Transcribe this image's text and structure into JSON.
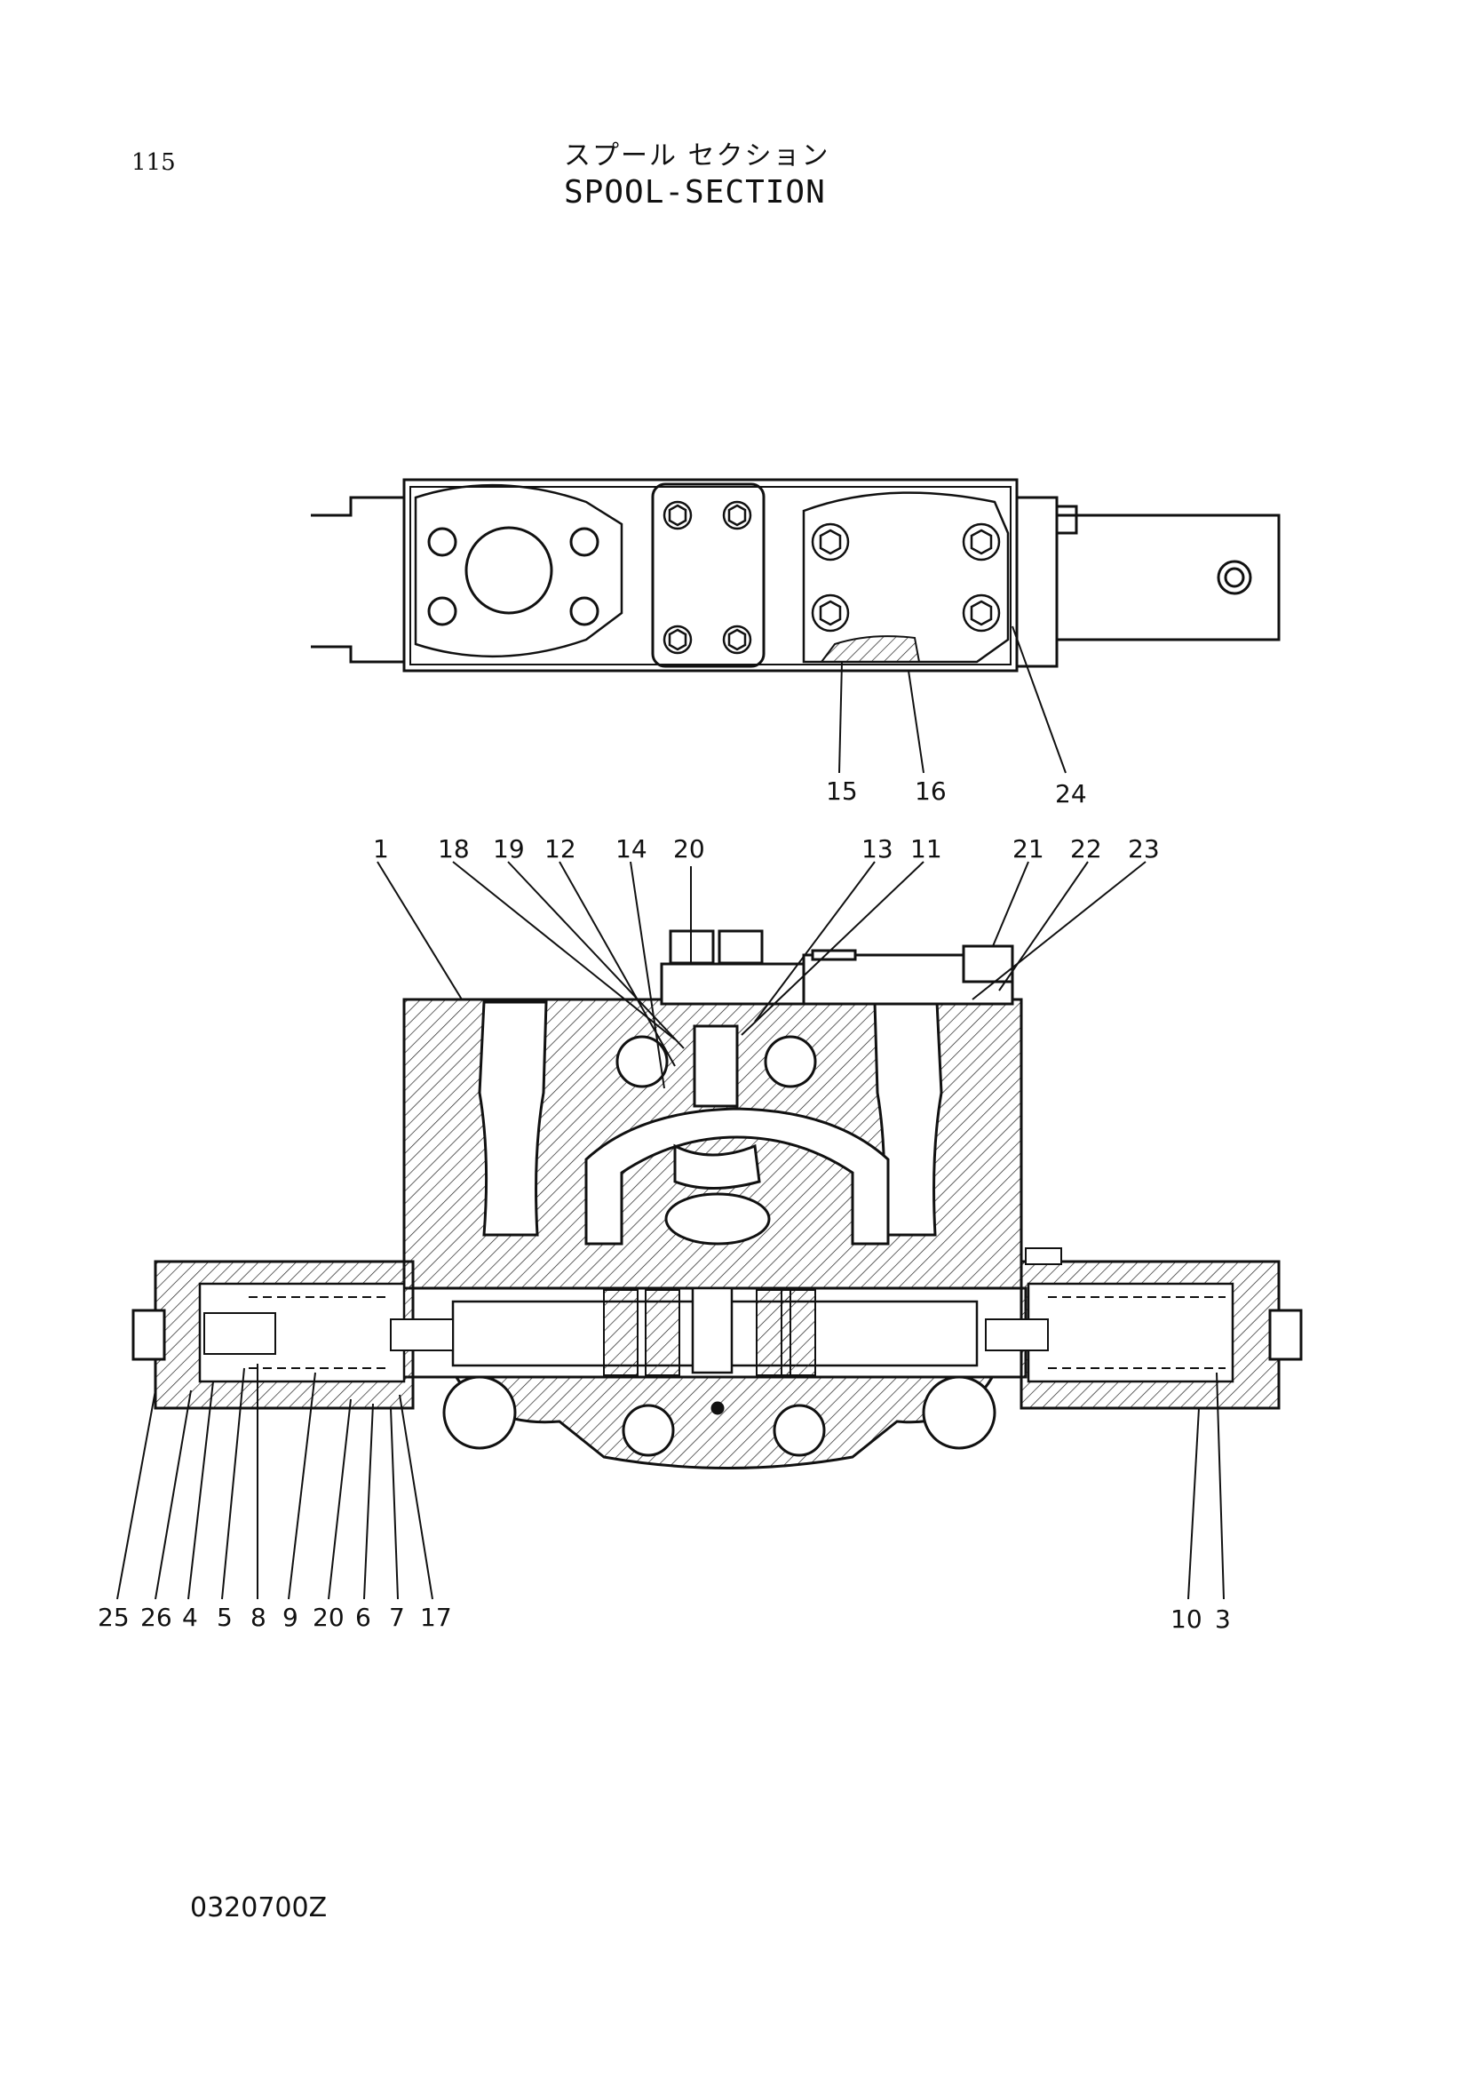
{
  "page": {
    "number": "115",
    "title_jp": "スプール セクション",
    "title_en": "SPOOL-SECTION",
    "drawing_code": "0320700Z"
  },
  "callouts": {
    "top_view": [
      "15",
      "16",
      "24"
    ],
    "top_row": [
      "1",
      "18",
      "19",
      "12",
      "14",
      "20",
      "13",
      "11",
      "21",
      "22",
      "23"
    ],
    "bottom_left": [
      "25",
      "26",
      "4",
      "5",
      "8",
      "9",
      "20",
      "6",
      "7",
      "17"
    ],
    "bottom_right": [
      "10",
      "3"
    ]
  }
}
